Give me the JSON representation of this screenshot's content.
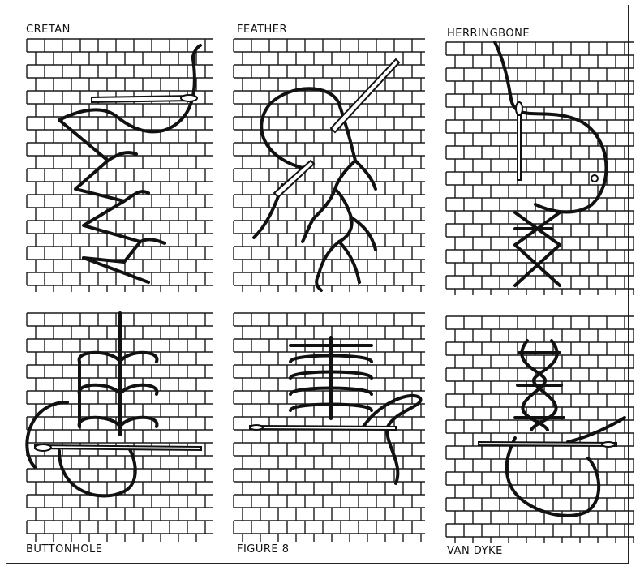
{
  "panels": [
    {
      "id": "cretan",
      "label": "CRETAN"
    },
    {
      "id": "feather",
      "label": "FEATHER"
    },
    {
      "id": "herringbone",
      "label": "HERRINGBONE"
    },
    {
      "id": "buttonhole",
      "label": "BUTTONHOLE"
    },
    {
      "id": "figure8",
      "label": "FIGURE 8"
    },
    {
      "id": "vandyke",
      "label": "VAN DYKE"
    }
  ],
  "colors": {
    "ink": "#111111",
    "grid": "#1a1a1a",
    "paper": "#ffffff"
  }
}
